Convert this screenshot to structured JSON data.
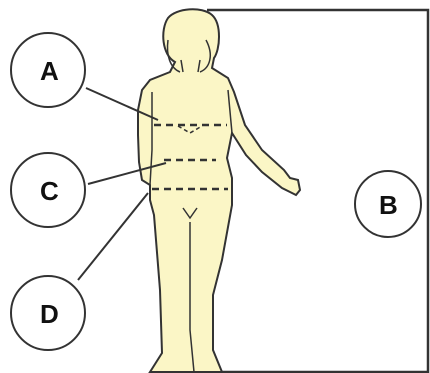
{
  "diagram": {
    "labels": {
      "a": "A",
      "b": "B",
      "c": "C",
      "d": "D"
    },
    "colors": {
      "body_fill": "#FBF6C6",
      "outline": "#333333",
      "background": "#ffffff"
    },
    "icons": {
      "figure": "female-body-silhouette"
    }
  }
}
